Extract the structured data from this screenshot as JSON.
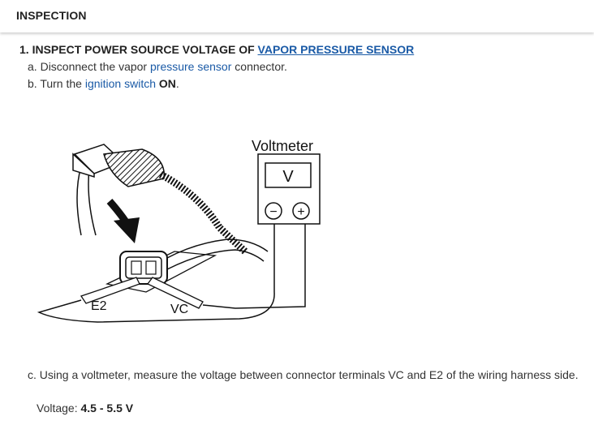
{
  "section_title": "INSPECTION",
  "step": {
    "number": "1.",
    "prefix": "INSPECT POWER SOURCE VOLTAGE OF",
    "link": "VAPOR PRESSURE SENSOR"
  },
  "instructions": {
    "a": {
      "marker": "a.",
      "pre": "Disconnect the vapor",
      "link": "pressure sensor",
      "post": "connector."
    },
    "b": {
      "marker": "b.",
      "pre": "Turn the",
      "link": "ignition switch",
      "bold": "ON",
      "post": "."
    },
    "c": {
      "marker": "c.",
      "text": "Using a voltmeter, measure the voltage between connector terminals VC and E2 of the wiring harness side."
    }
  },
  "voltage": {
    "label": "Voltage:",
    "value": "4.5 - 5.5 V"
  },
  "diagram": {
    "meter_label": "Voltmeter",
    "meter_unit": "V",
    "neg_symbol": "−",
    "pos_symbol": "+",
    "terminal_e2": "E2",
    "terminal_vc": "VC"
  }
}
